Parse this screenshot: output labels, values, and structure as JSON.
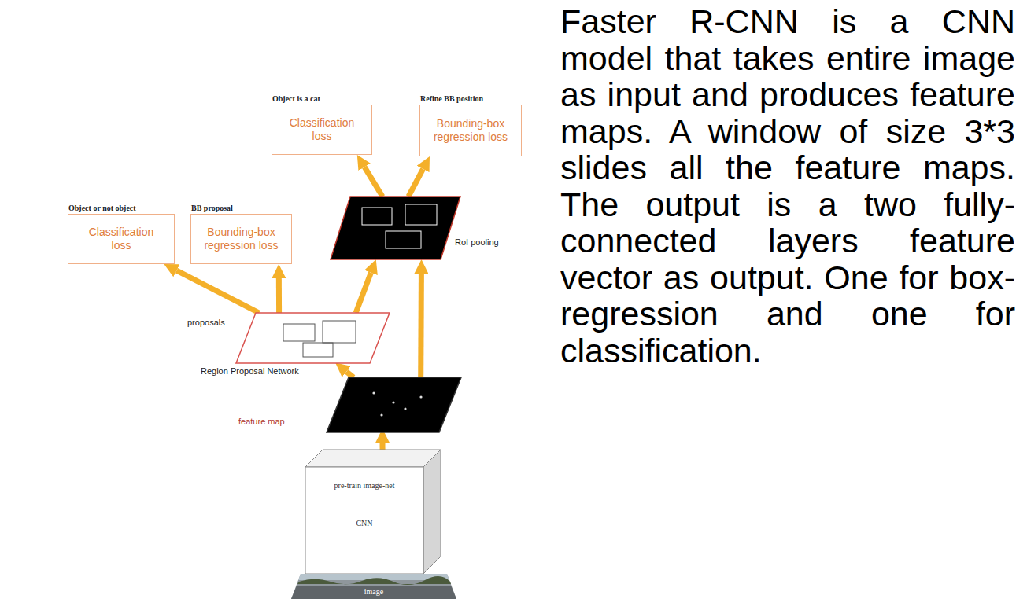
{
  "diagram": {
    "nodes": [
      {
        "text": [
          "Object is a cat",
          "Classification loss"
        ]
      },
      {
        "text": [
          "Refine BB position",
          "Bounding-box regression loss"
        ]
      },
      {
        "text": [
          "Object or not object",
          "Classification loss"
        ]
      },
      {
        "text": [
          "BB proposal",
          "Bounding-box regression loss"
        ]
      },
      {
        "text": [
          "RoI pooling"
        ]
      },
      {
        "text": [
          "proposals"
        ]
      },
      {
        "text": [
          "feature map"
        ]
      },
      {
        "text": [
          "pre-train image-net",
          "CNN"
        ]
      },
      {
        "text": [
          "image"
        ]
      }
    ],
    "edges": [
      {
        "from": 7,
        "to": 6,
        "arrow": "to"
      },
      {
        "from": 6,
        "to": 5,
        "arrow": "to"
      },
      {
        "from": 6,
        "to": 4,
        "arrow": "to"
      },
      {
        "from": 5,
        "to": 4,
        "arrow": "to"
      },
      {
        "from": 5,
        "to": 2,
        "arrow": "to"
      },
      {
        "from": 5,
        "to": 3,
        "arrow": "to"
      },
      {
        "from": 4,
        "to": 0,
        "arrow": "to"
      },
      {
        "from": 4,
        "to": 1,
        "arrow": "to"
      }
    ],
    "labels": [
      "Region Proposal Network",
      "Faster R-CNN is a CNN model that takes entire image as input and produces feature maps. A window of size 3*3 slides all the feature maps. The output is a two fully-connected layers feature vector as output. One for box-regression and one for classification."
    ]
  }
}
